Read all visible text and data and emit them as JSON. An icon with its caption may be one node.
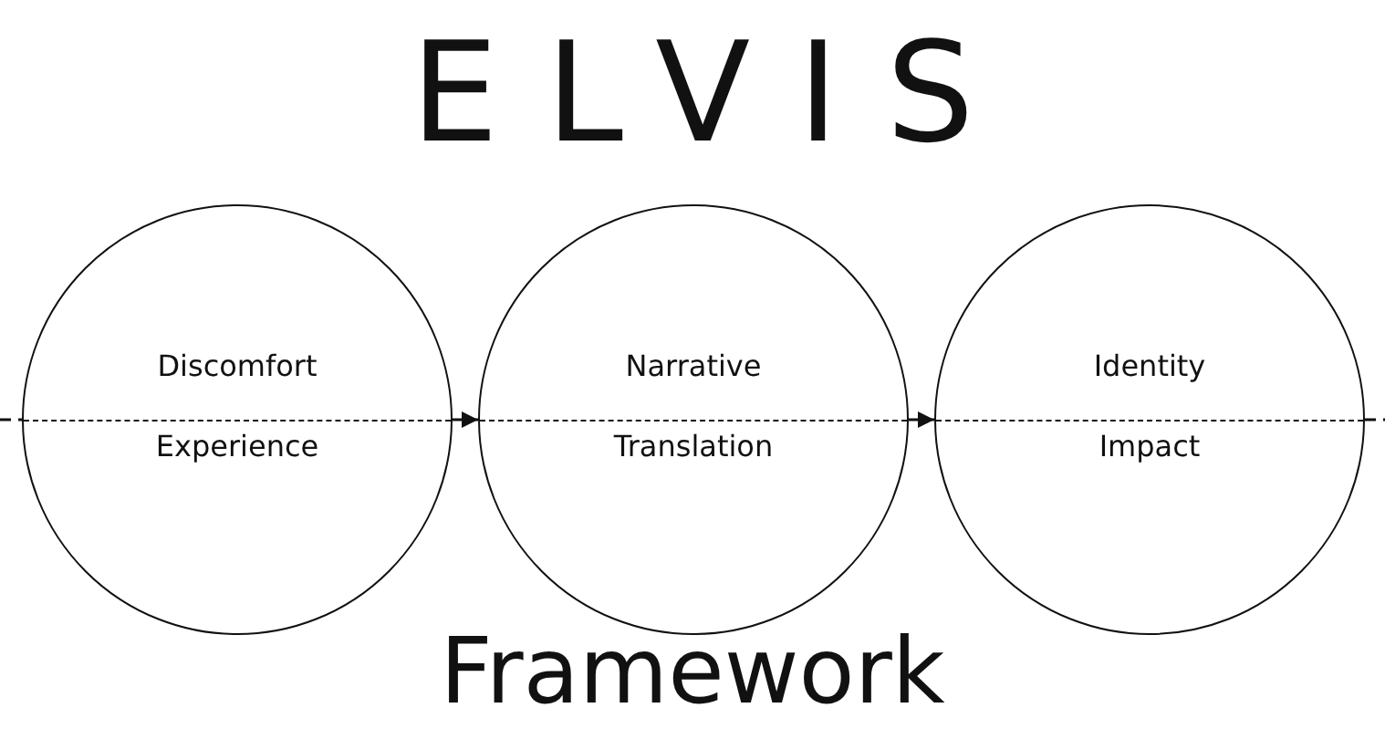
{
  "diagram": {
    "title": "ELVIS",
    "caption": "Framework",
    "nodes": [
      {
        "text": [
          "Discomfort",
          "Experience"
        ]
      },
      {
        "text": [
          "Narrative",
          "Translation"
        ]
      },
      {
        "text": [
          "Identity",
          "Impact"
        ]
      }
    ],
    "edges": [
      {
        "from": null,
        "to": 0,
        "arrow": "none",
        "style": "dashed"
      },
      {
        "from": 0,
        "to": 1,
        "arrow": "to",
        "style": "dashed"
      },
      {
        "from": 1,
        "to": 2,
        "arrow": "to",
        "style": "dashed"
      },
      {
        "from": 2,
        "to": null,
        "arrow": "none",
        "style": "dashed"
      }
    ]
  }
}
